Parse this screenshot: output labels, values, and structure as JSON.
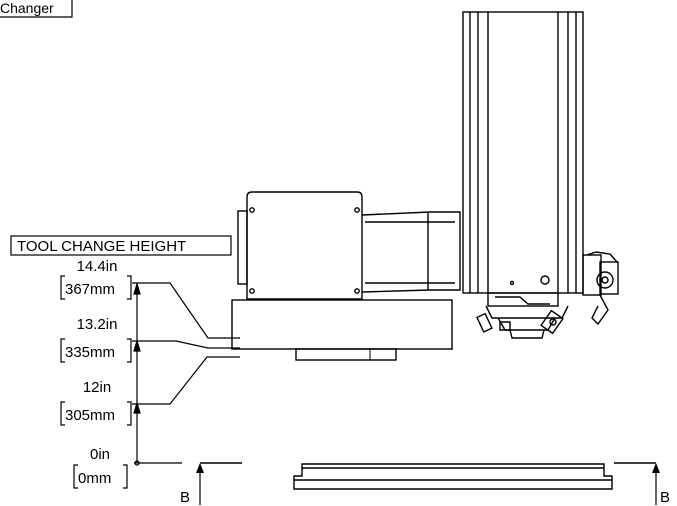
{
  "header_tab": {
    "label": "Changer"
  },
  "tool_change": {
    "label": "TOOL CHANGE HEIGHT"
  },
  "dimensions": [
    {
      "in": "14.4in",
      "mm": "367mm"
    },
    {
      "in": "13.2in",
      "mm": "335mm"
    },
    {
      "in": "12in",
      "mm": "305mm"
    },
    {
      "in": "0in",
      "mm": "0mm"
    }
  ],
  "section": {
    "left": "B",
    "right": "B"
  }
}
